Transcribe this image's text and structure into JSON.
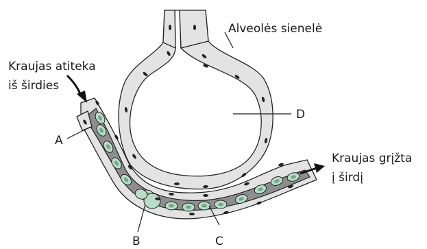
{
  "labels": {
    "alveolar_wall": "Alveolės sienelė",
    "blood_from_heart_1": "Kraujas atiteka",
    "blood_from_heart_2": "iš širdies",
    "blood_to_heart_1": "Kraujas grįžta",
    "blood_to_heart_2": "į širdį",
    "a": "A",
    "b": "B",
    "c": "C",
    "d": "D"
  },
  "colors": {
    "wall": "#e3e3e3",
    "lumen": "#8e8e8e",
    "cell_fill": "#b9dcc8",
    "cell_center": "#6fa88a",
    "outline": "#222222"
  }
}
